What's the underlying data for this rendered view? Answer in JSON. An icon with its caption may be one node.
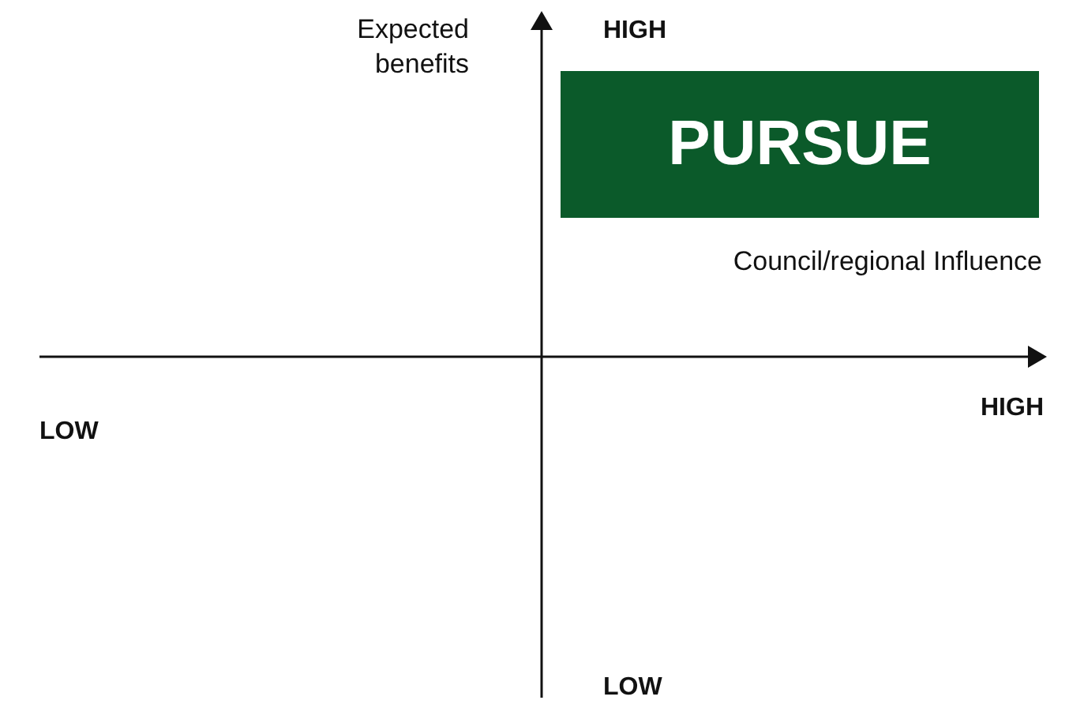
{
  "diagram": {
    "nodes": [
      {
        "text": [
          "PURSUE"
        ]
      }
    ],
    "labels": [
      "Expected benefits",
      "HIGH",
      "Council/regional Influence",
      "LOW",
      "HIGH",
      "LOW"
    ]
  }
}
